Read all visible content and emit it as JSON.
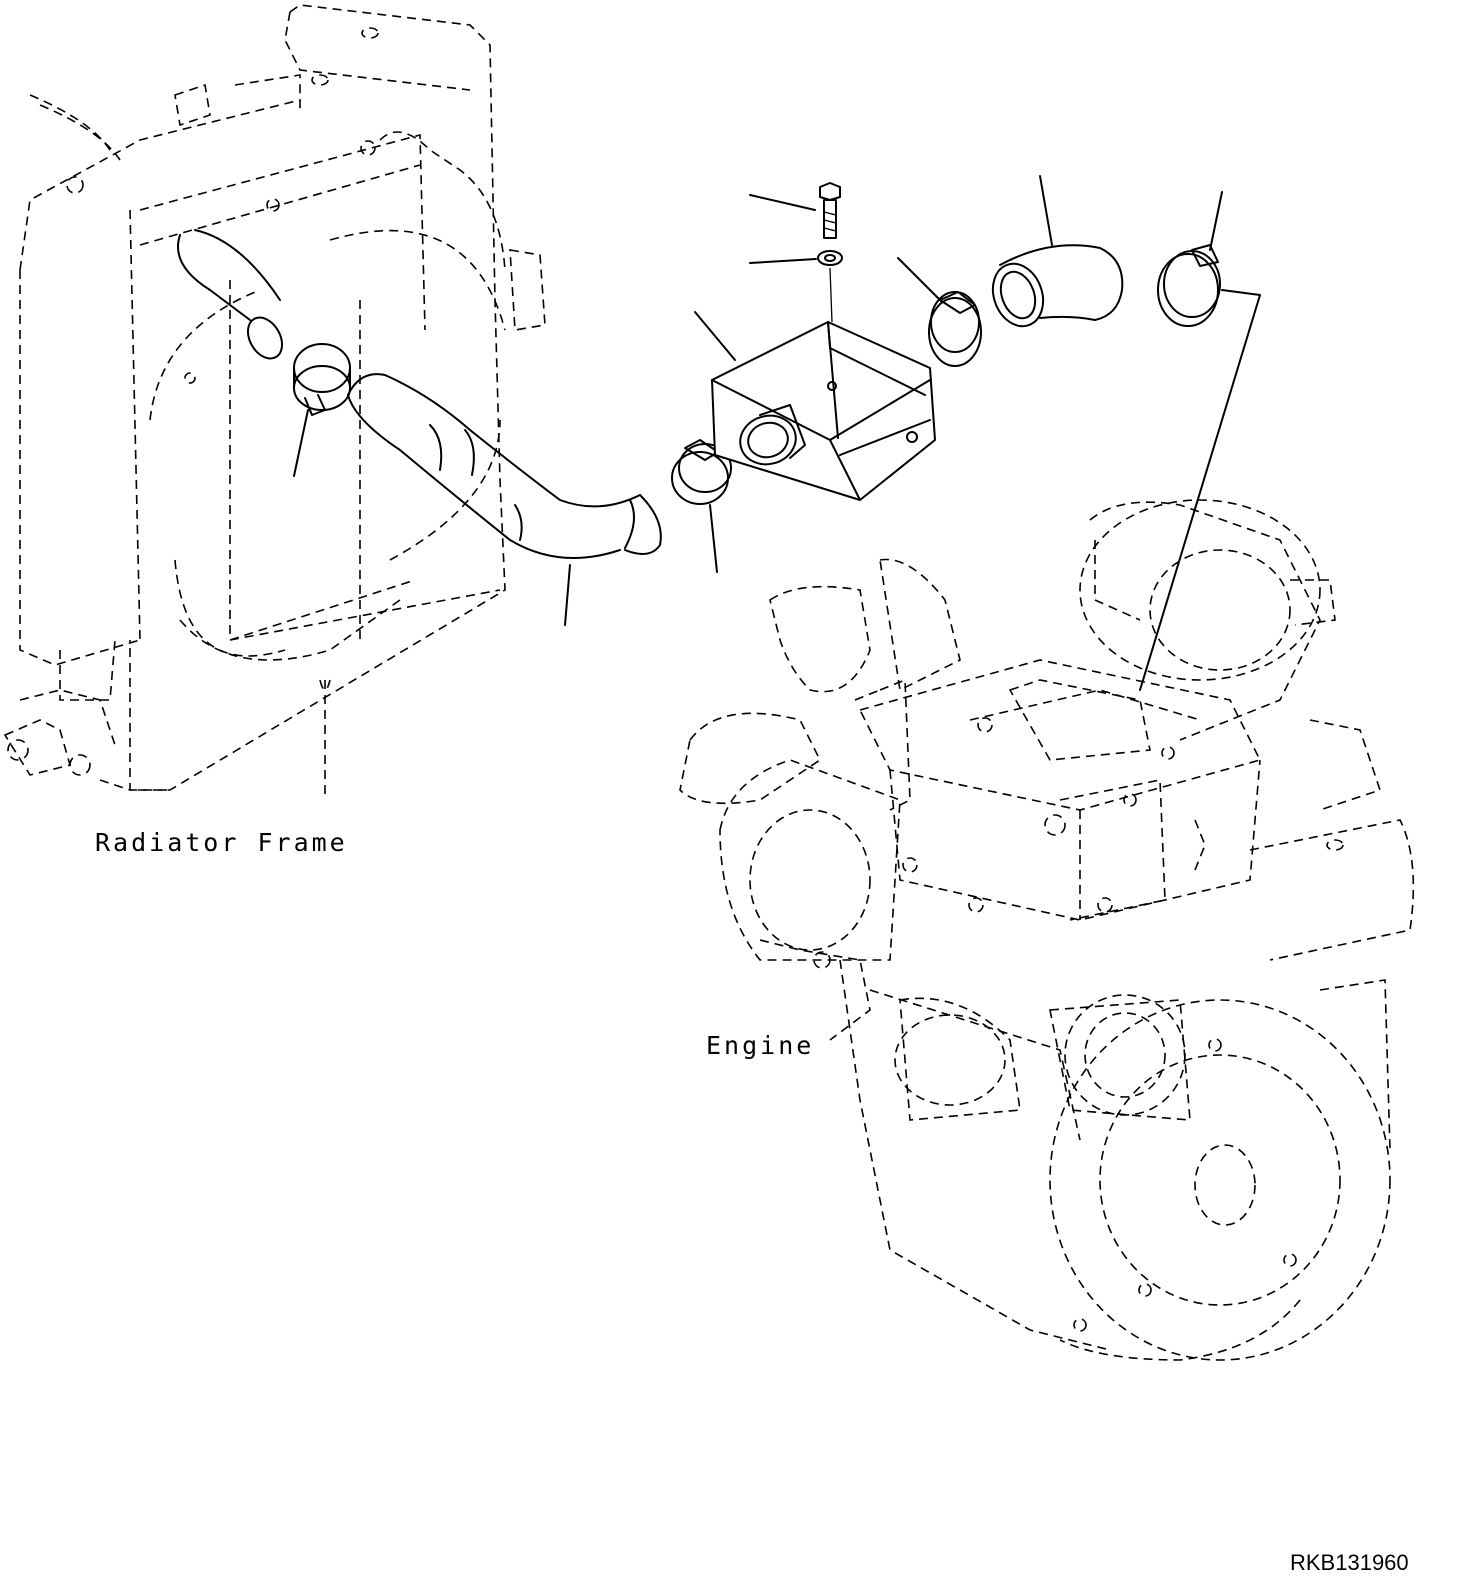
{
  "labels": {
    "radiator_frame": "Radiator Frame",
    "engine": "Engine",
    "drawing_code": "RKB131960"
  },
  "colors": {
    "line": "#000000",
    "background": "#ffffff"
  }
}
